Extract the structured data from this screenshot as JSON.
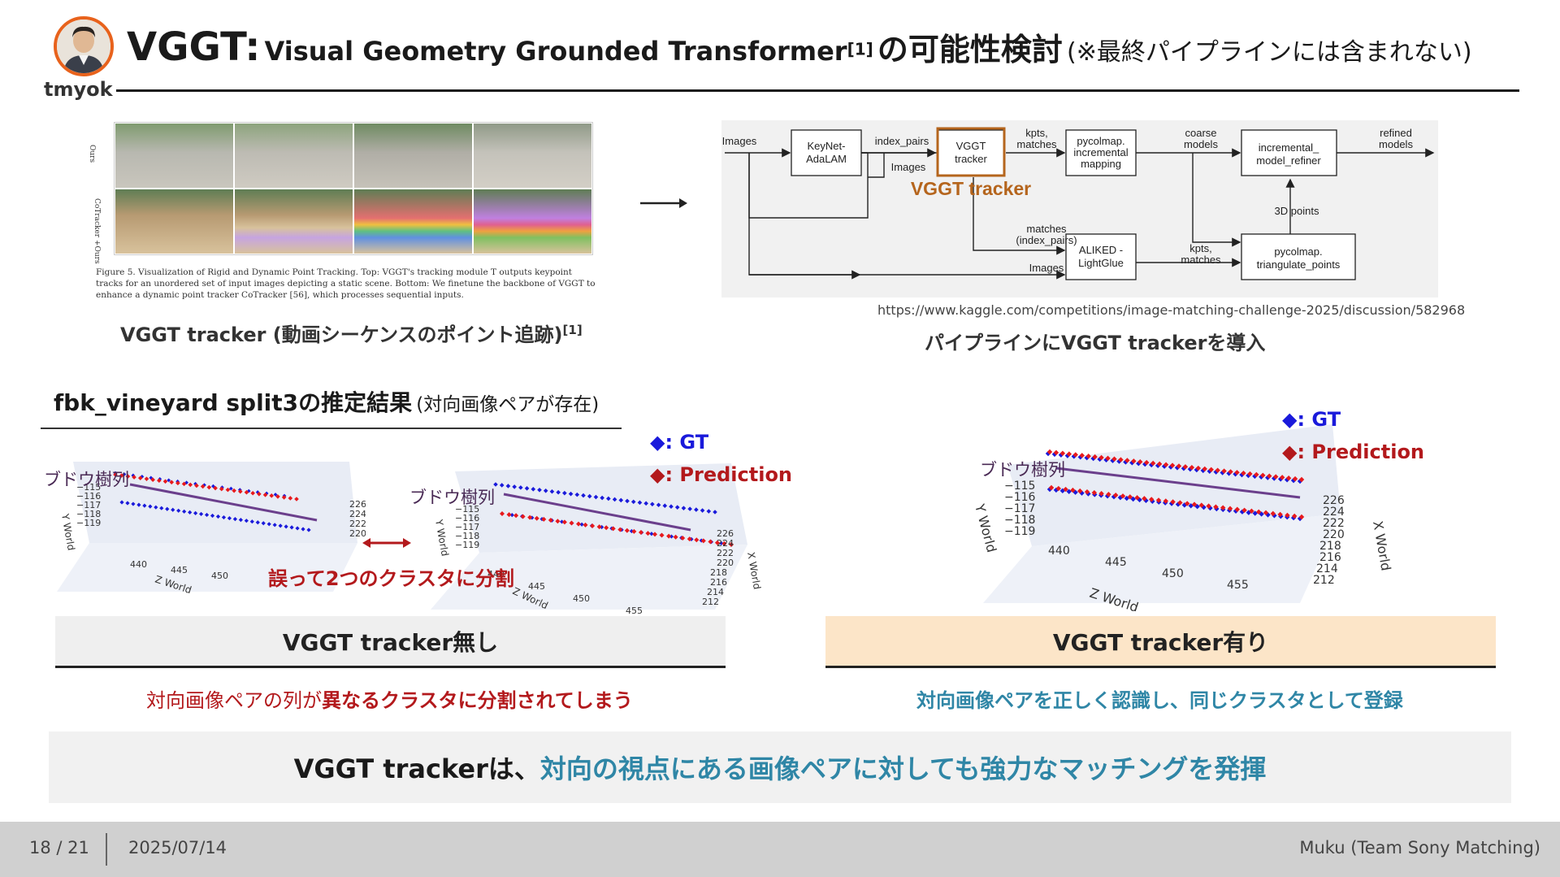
{
  "header": {
    "author": "tmyok",
    "title_main": "VGGT:",
    "title_sub": "Visual Geometry Grounded Transformer",
    "title_ref": "[1]",
    "title_jp": "の可能性検討",
    "title_note": "(※最終パイプラインには含まれない)"
  },
  "left_figure": {
    "row_labels": [
      "Ours",
      "CoTracker +Ours"
    ],
    "paper_caption": "Figure 5. Visualization of Rigid and Dynamic Point Tracking. Top: VGGT's tracking module T outputs keypoint tracks for an unordered set of input images depicting a static scene. Bottom: We finetune the backbone of VGGT to enhance a dynamic point tracker CoTracker [56], which processes sequential inputs.",
    "caption": "VGGT tracker (動画シーケンスのポイント追跡)",
    "caption_ref": "[1]"
  },
  "pipeline": {
    "nodes": {
      "images": "Images",
      "keynet": "KeyNet-\nAdaLAM",
      "vggt": "VGGT\ntracker",
      "vggt_label": "VGGT tracker",
      "pycolmap_inc": "pycolmap.\nincremental\nmapping",
      "refiner": "incremental_\nmodel_refiner",
      "aliked": "ALIKED -\nLightGlue",
      "triangulate": "pycolmap.\ntriangulate_points"
    },
    "edges": {
      "index_pairs": "index_pairs",
      "images2": "Images",
      "kpts_matches": "kpts,\nmatches",
      "coarse_models": "coarse\nmodels",
      "refined_models": "refined\nmodels",
      "matches_index_pairs": "matches\n(index_pairs)",
      "images3": "Images",
      "kpts_matches2": "kpts,\nmatches",
      "points3d": "3D points"
    },
    "url": "https://www.kaggle.com/competitions/image-matching-challenge-2025/discussion/582968",
    "caption": "パイプラインにVGGT trackerを導入"
  },
  "section": {
    "title_bold": "fbk_vineyard split3の推定結果",
    "title_note": "(対向画像ペアが存在)"
  },
  "plots": {
    "legend_gt": "◆: GT",
    "legend_pred": "◆: Prediction",
    "row_label": "ブドウ樹列",
    "axis_y": "Y World",
    "axis_z": "Z World",
    "axis_x": "X World",
    "y_ticks": [
      "−115",
      "−116",
      "−117",
      "−118",
      "−119"
    ],
    "z_ticks": [
      "440",
      "445",
      "450",
      "455"
    ],
    "x_ticks": [
      "226",
      "224",
      "222",
      "220",
      "218",
      "216",
      "214",
      "212"
    ],
    "split_note": "誤って2つのクラスタに分割",
    "colors": {
      "gt": "#1a1adb",
      "pred": "#e8191c",
      "row_line": "#6b3f8c"
    }
  },
  "comparison": {
    "left_label": "VGGT tracker無し",
    "right_label": "VGGT tracker有り",
    "left_desc_a": "対向画像ペアの列が",
    "left_desc_b": "異なるクラスタに分割されてしまう",
    "right_desc": "対向画像ペアを正しく認識し、同じクラスタとして登録"
  },
  "conclusion": {
    "prefix": "VGGT trackerは、",
    "highlight": "対向の視点にある画像ペアに対しても強力なマッチングを発揮"
  },
  "footer": {
    "page": "18 / 21",
    "date": "2025/07/14",
    "presenter": "Muku (Team Sony Matching)"
  }
}
